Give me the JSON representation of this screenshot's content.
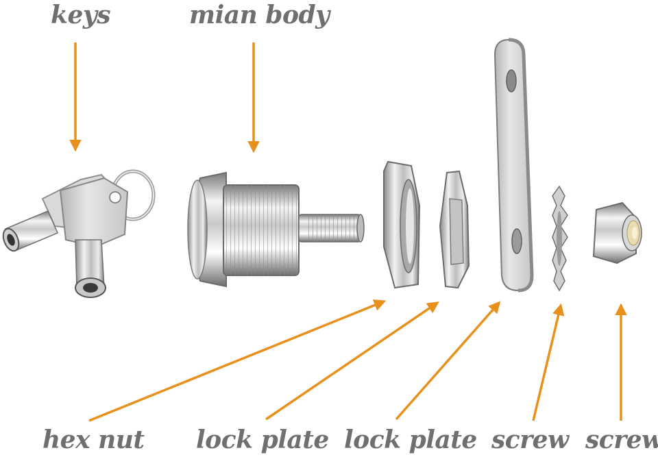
{
  "labels": {
    "keys": "keys",
    "main_body": "mian body",
    "hex_nut": "hex nut",
    "lock_plate_1": "lock plate",
    "lock_plate_2": "lock plate",
    "screw_1": "screw",
    "screw_2": "screw"
  },
  "colors": {
    "arrow": "#E8901C",
    "label": "#6F6F6F",
    "metal_light": "#F2F2F2",
    "metal_mid": "#BDBDBD",
    "metal_dark": "#6E6E6E",
    "nylon_insert": "#E9DCB0"
  }
}
